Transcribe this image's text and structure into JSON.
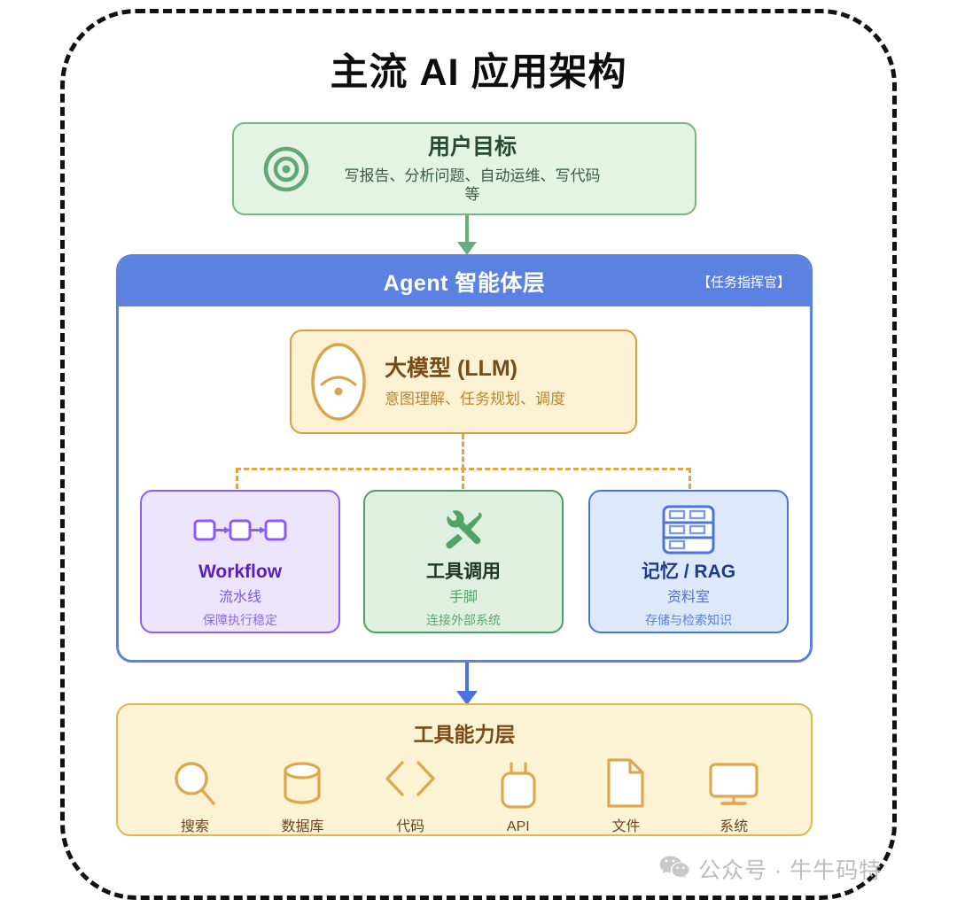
{
  "page": {
    "title": "主流 AI 应用架构"
  },
  "user_goal": {
    "icon": "target-icon",
    "title": "用户目标",
    "subtitle": "写报告、分析问题、自动运维、写代码等",
    "border_color": "#72b97e",
    "fill_color": "#e3f3e4"
  },
  "arrows": {
    "goal_to_agent": {
      "icon": "arrow-down-icon",
      "color": "#68ae78"
    },
    "agent_to_tools": {
      "icon": "arrow-down-icon",
      "color": "#4a74dd"
    }
  },
  "agent_layer": {
    "header_title": "Agent 智能体层",
    "header_badge": "【任务指挥官】",
    "header_color": "#5b82e0",
    "llm": {
      "icon": "brain-icon",
      "title": "大模型 (LLM)",
      "subtitle": "意图理解、任务规划、调度",
      "border_color": "#d99d3c",
      "fill_color": "#fcf2d3"
    },
    "connector_color": "#e0a63f",
    "capabilities": [
      {
        "icon": "workflow-nodes-icon",
        "title": "Workflow",
        "subtitle": "流水线",
        "note": "保障执行稳定",
        "accent_color": "#8b5cf6"
      },
      {
        "icon": "tools-wrench-screwdriver-icon",
        "title": "工具调用",
        "subtitle": "手脚",
        "note": "连接外部系统",
        "accent_color": "#4f9e62"
      },
      {
        "icon": "archive-grid-icon",
        "title": "记忆 / RAG",
        "subtitle": "资料室",
        "note": "存储与检索知识",
        "accent_color": "#4a74dd"
      }
    ]
  },
  "tool_layer": {
    "title": "工具能力层",
    "border_color": "#e0b552",
    "fill_color": "#fcf3d4",
    "items": [
      {
        "icon": "search-icon",
        "label": "搜索"
      },
      {
        "icon": "database-icon",
        "label": "数据库"
      },
      {
        "icon": "code-brackets-icon",
        "label": "代码"
      },
      {
        "icon": "api-plug-icon",
        "label": "API"
      },
      {
        "icon": "file-icon",
        "label": "文件"
      },
      {
        "icon": "monitor-icon",
        "label": "系统"
      }
    ]
  },
  "watermark": {
    "icon": "wechat-icon",
    "text": "公众号 · 牛牛码特"
  }
}
